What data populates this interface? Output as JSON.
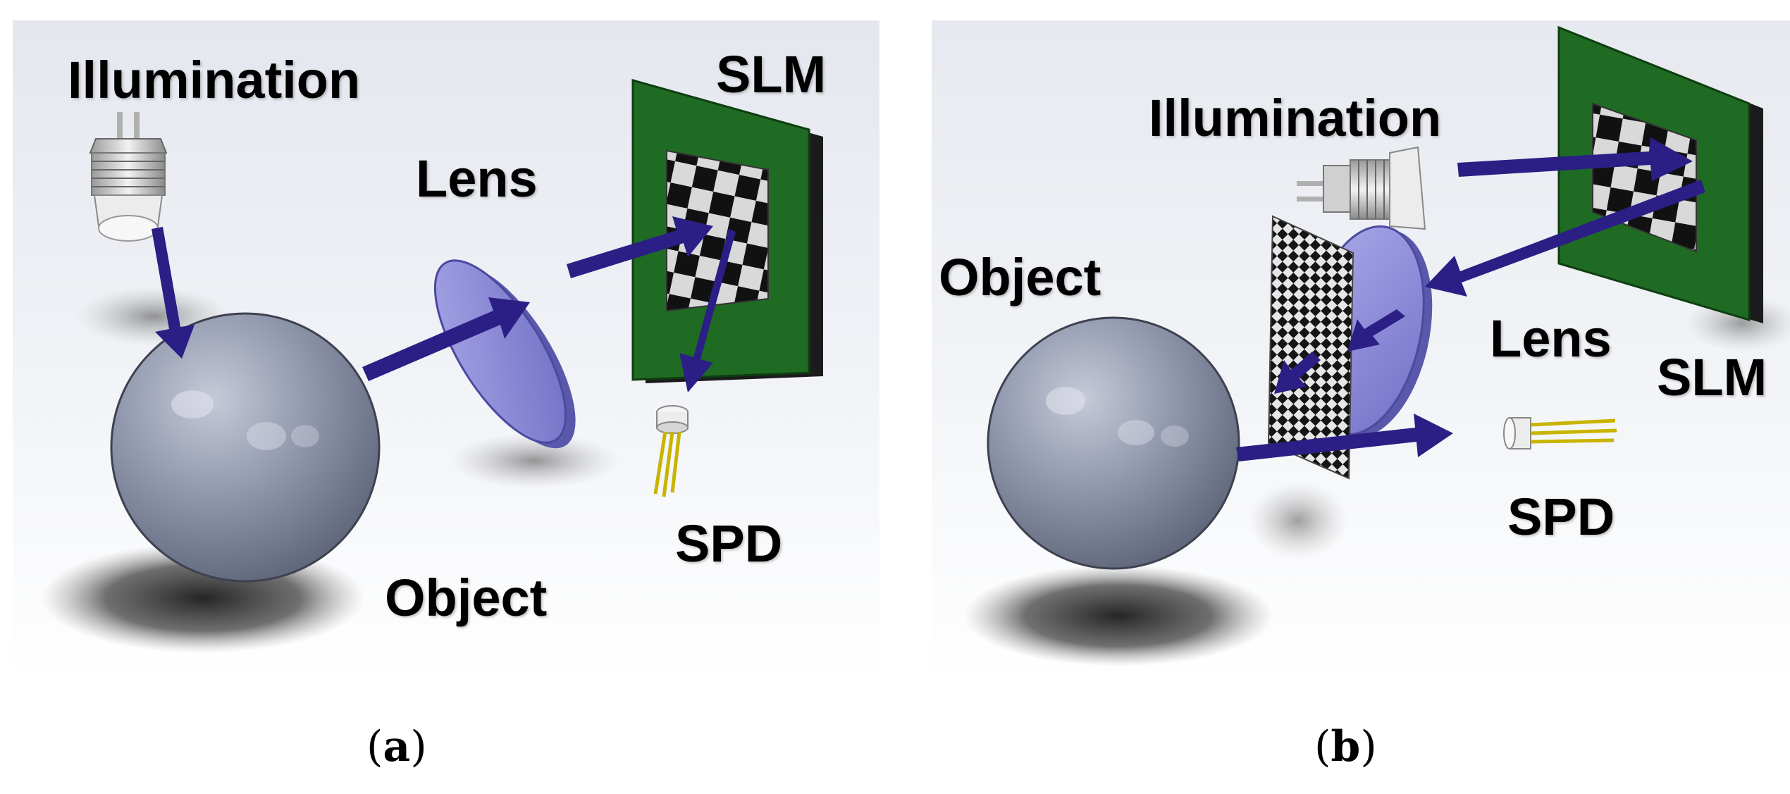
{
  "panels": [
    {
      "id": "a",
      "caption_letter": "a",
      "labels": {
        "illumination": "Illumination",
        "lens": "Lens",
        "slm": "SLM",
        "spd": "SPD",
        "object": "Object"
      }
    },
    {
      "id": "b",
      "caption_letter": "b",
      "labels": {
        "illumination": "Illumination",
        "object": "Object",
        "lens": "Lens",
        "slm": "SLM",
        "spd": "SPD"
      }
    }
  ],
  "colors": {
    "arrow": "#2b1f86",
    "sphere": "#8e95a8",
    "lens": "#8a88d8",
    "slm_board": "#1f6b23",
    "background_top": "#e6e9ef"
  }
}
